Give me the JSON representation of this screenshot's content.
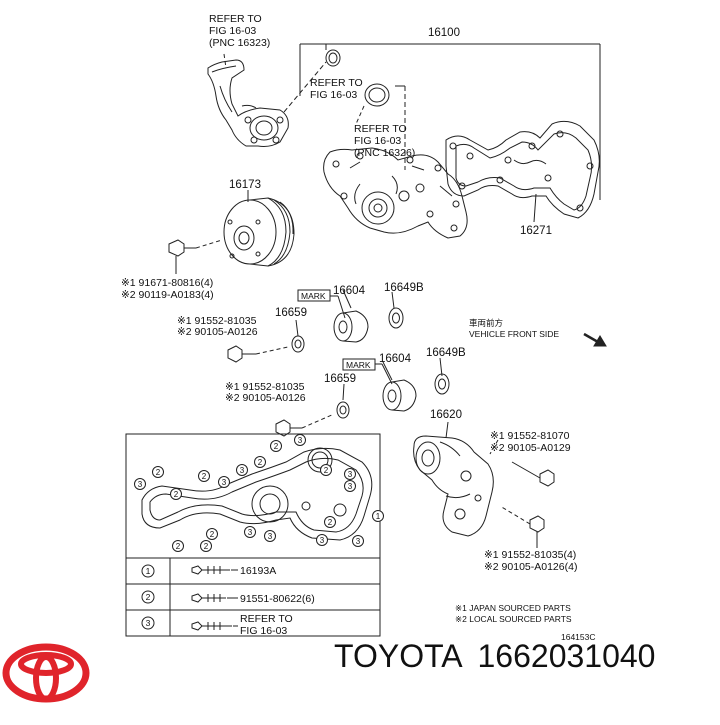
{
  "callouts": {
    "refer_a": [
      "REFER TO",
      "FIG 16-03",
      "(PNC 16323)"
    ],
    "refer_b": [
      "REFER TO",
      "FIG 16-03"
    ],
    "refer_c": [
      "REFER TO",
      "FIG 16-03",
      "(PNC 16326)"
    ]
  },
  "part_numbers": {
    "p16100": "16100",
    "p16173": "16173",
    "p16271": "16271",
    "p16604a": "16604",
    "p16604b": "16604",
    "p16649a": "16649B",
    "p16649b": "16649B",
    "p16659a": "16659",
    "p16659b": "16659",
    "p16620": "16620"
  },
  "mark_labels": [
    "MARK",
    "MARK"
  ],
  "bolts": {
    "b1": [
      "※1 91671-80816(4)",
      "※2 90119-A0183(4)"
    ],
    "b2": [
      "※1 91552-81035",
      "※2 90105-A0126"
    ],
    "b3": [
      "※1 91552-81035",
      "※2 90105-A0126"
    ],
    "b4": [
      "※1 91552-81070",
      "※2 90105-A0129"
    ],
    "b5": [
      "※1 91552-81035(4)",
      "※2 90105-A0126(4)"
    ]
  },
  "direction": {
    "jp": "車両前方",
    "en": "VEHICLE FRONT SIDE"
  },
  "legend": {
    "rows": [
      {
        "num": "1",
        "text": [
          "16193A"
        ]
      },
      {
        "num": "2",
        "text": [
          "91551-80622(6)"
        ]
      },
      {
        "num": "3",
        "text": [
          "REFER TO",
          "FIG 16-03"
        ]
      }
    ]
  },
  "gasket_markers": [
    "2",
    "2",
    "3",
    "2",
    "3",
    "3",
    "2",
    "2",
    "3",
    "2",
    "3",
    "3",
    "1",
    "3",
    "2",
    "3",
    "3",
    "3",
    "2",
    "2",
    "2"
  ],
  "notes": [
    "※1 JAPAN SOURCED PARTS",
    "※2 LOCAL SOURCED PARTS"
  ],
  "figure_id": "164153C",
  "brand": {
    "name": "TOYOTA",
    "part_number": "1662031040"
  },
  "colors": {
    "logo_red": "#e0242b",
    "ink": "#111111"
  }
}
